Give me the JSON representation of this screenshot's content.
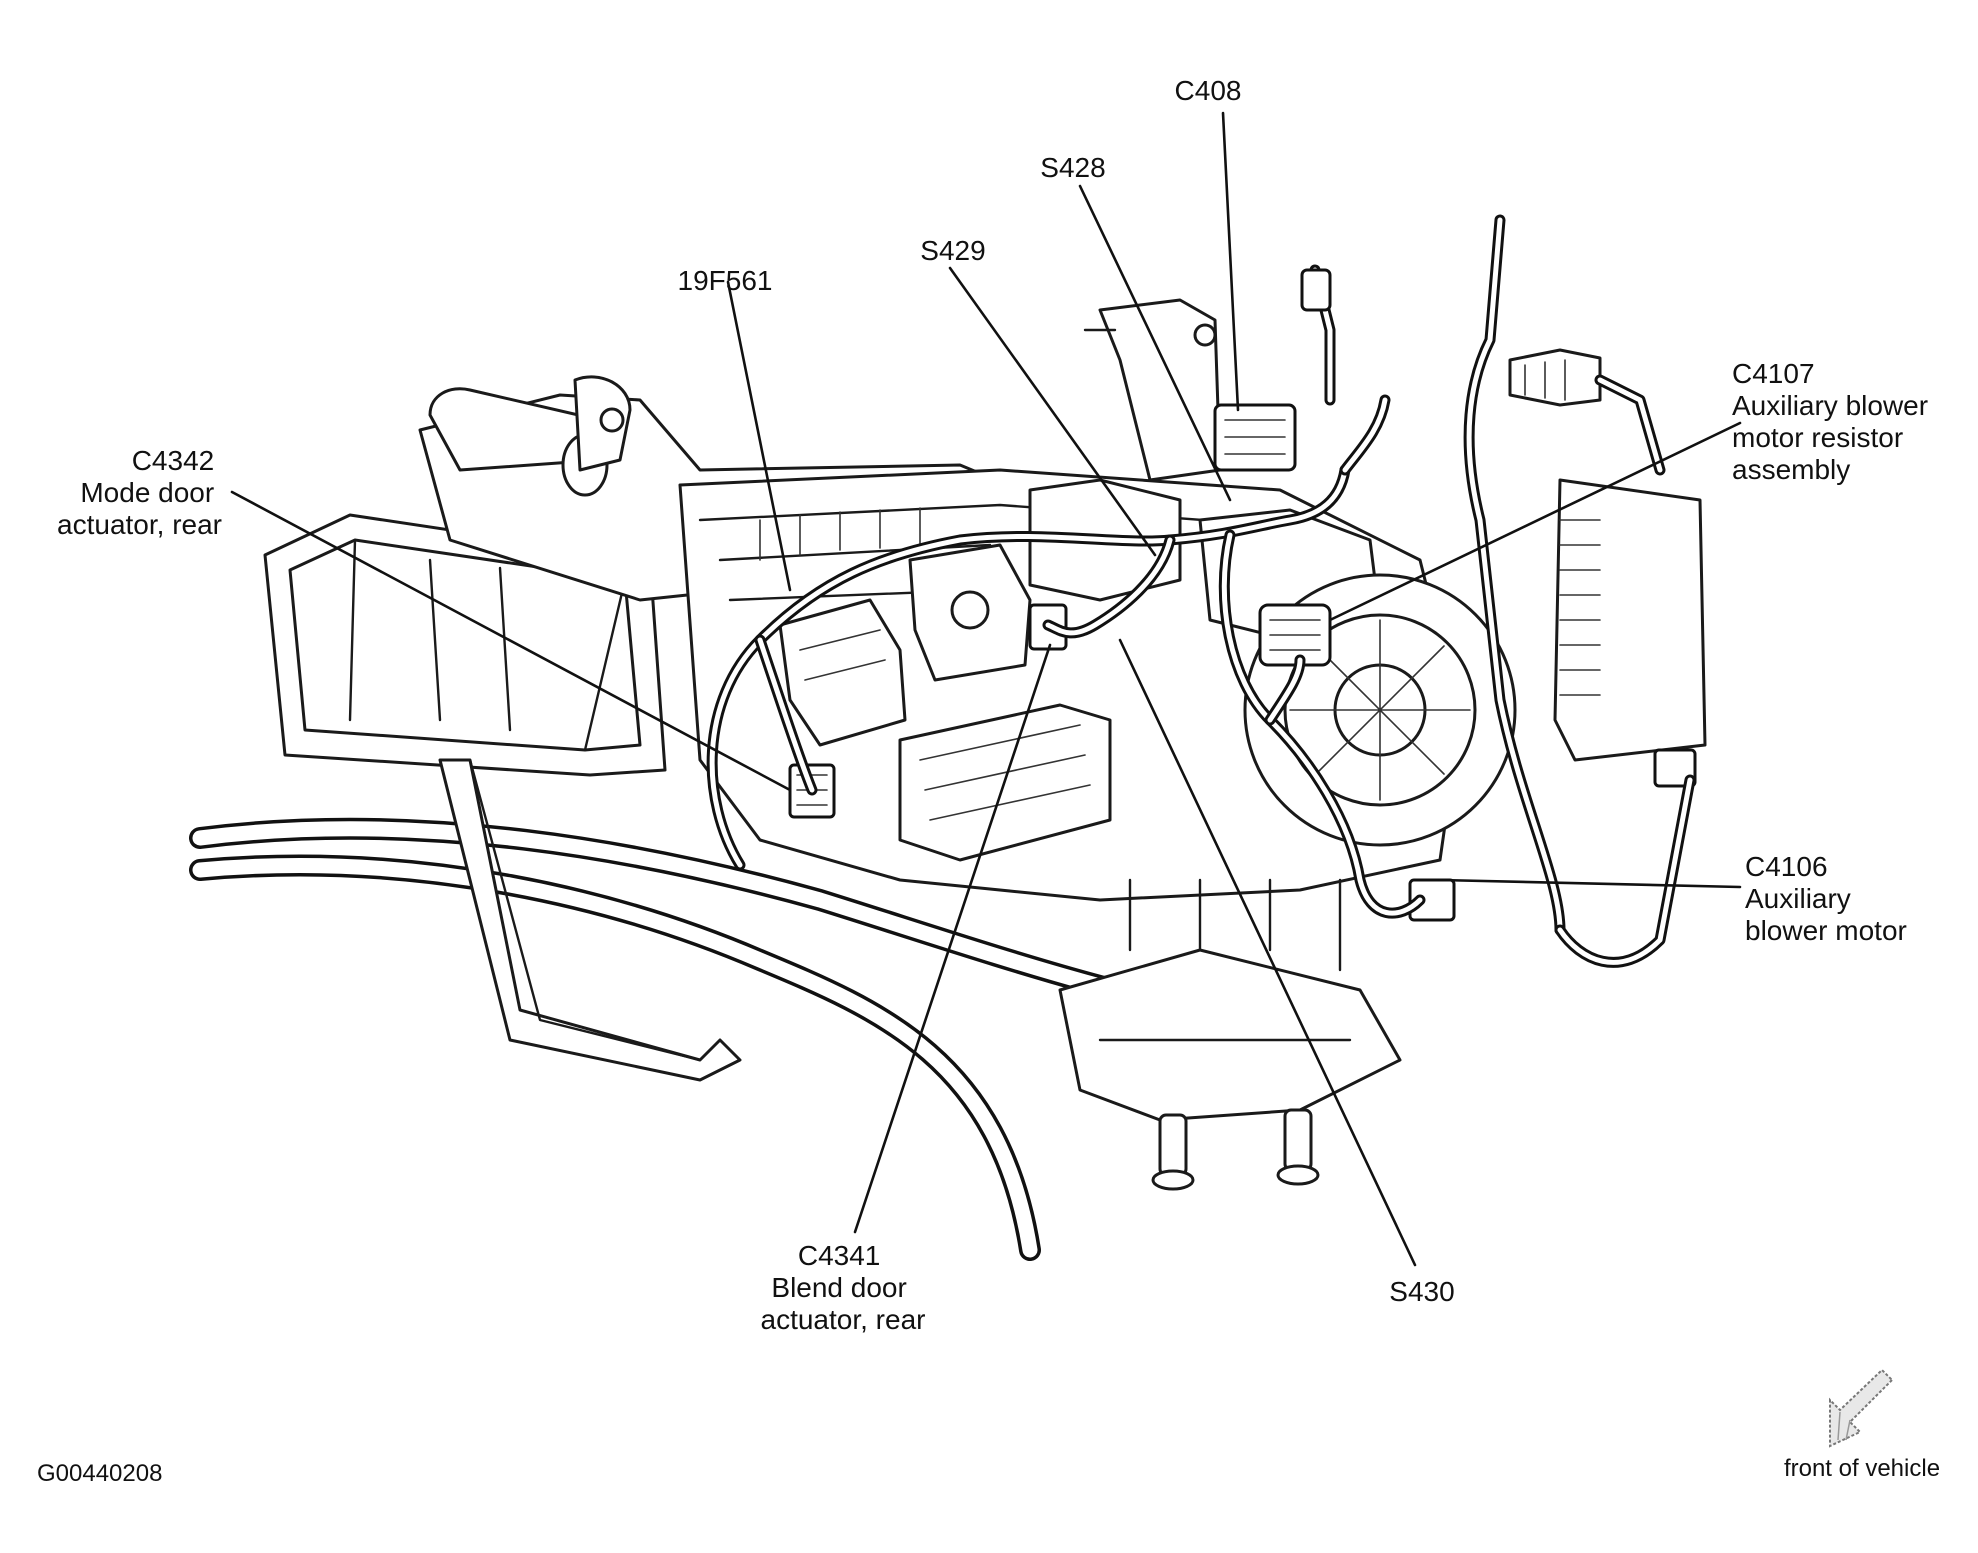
{
  "figure_id": "G00440208",
  "callouts": {
    "c408": [
      "C408"
    ],
    "s428": [
      "S428"
    ],
    "s429": [
      "S429"
    ],
    "f19f561": [
      "19F561"
    ],
    "c4342": [
      "C4342",
      "Mode door",
      "actuator, rear"
    ],
    "c4107": [
      "C4107",
      "Auxiliary blower",
      "motor resistor",
      "assembly"
    ],
    "c4106": [
      "C4106",
      "Auxiliary",
      "blower motor"
    ],
    "c4341": [
      "C4341",
      "Blend door",
      "actuator, rear"
    ],
    "s430": [
      "S430"
    ]
  },
  "orientation": {
    "label": "front of vehicle",
    "icon": "direction-arrow-icon"
  }
}
